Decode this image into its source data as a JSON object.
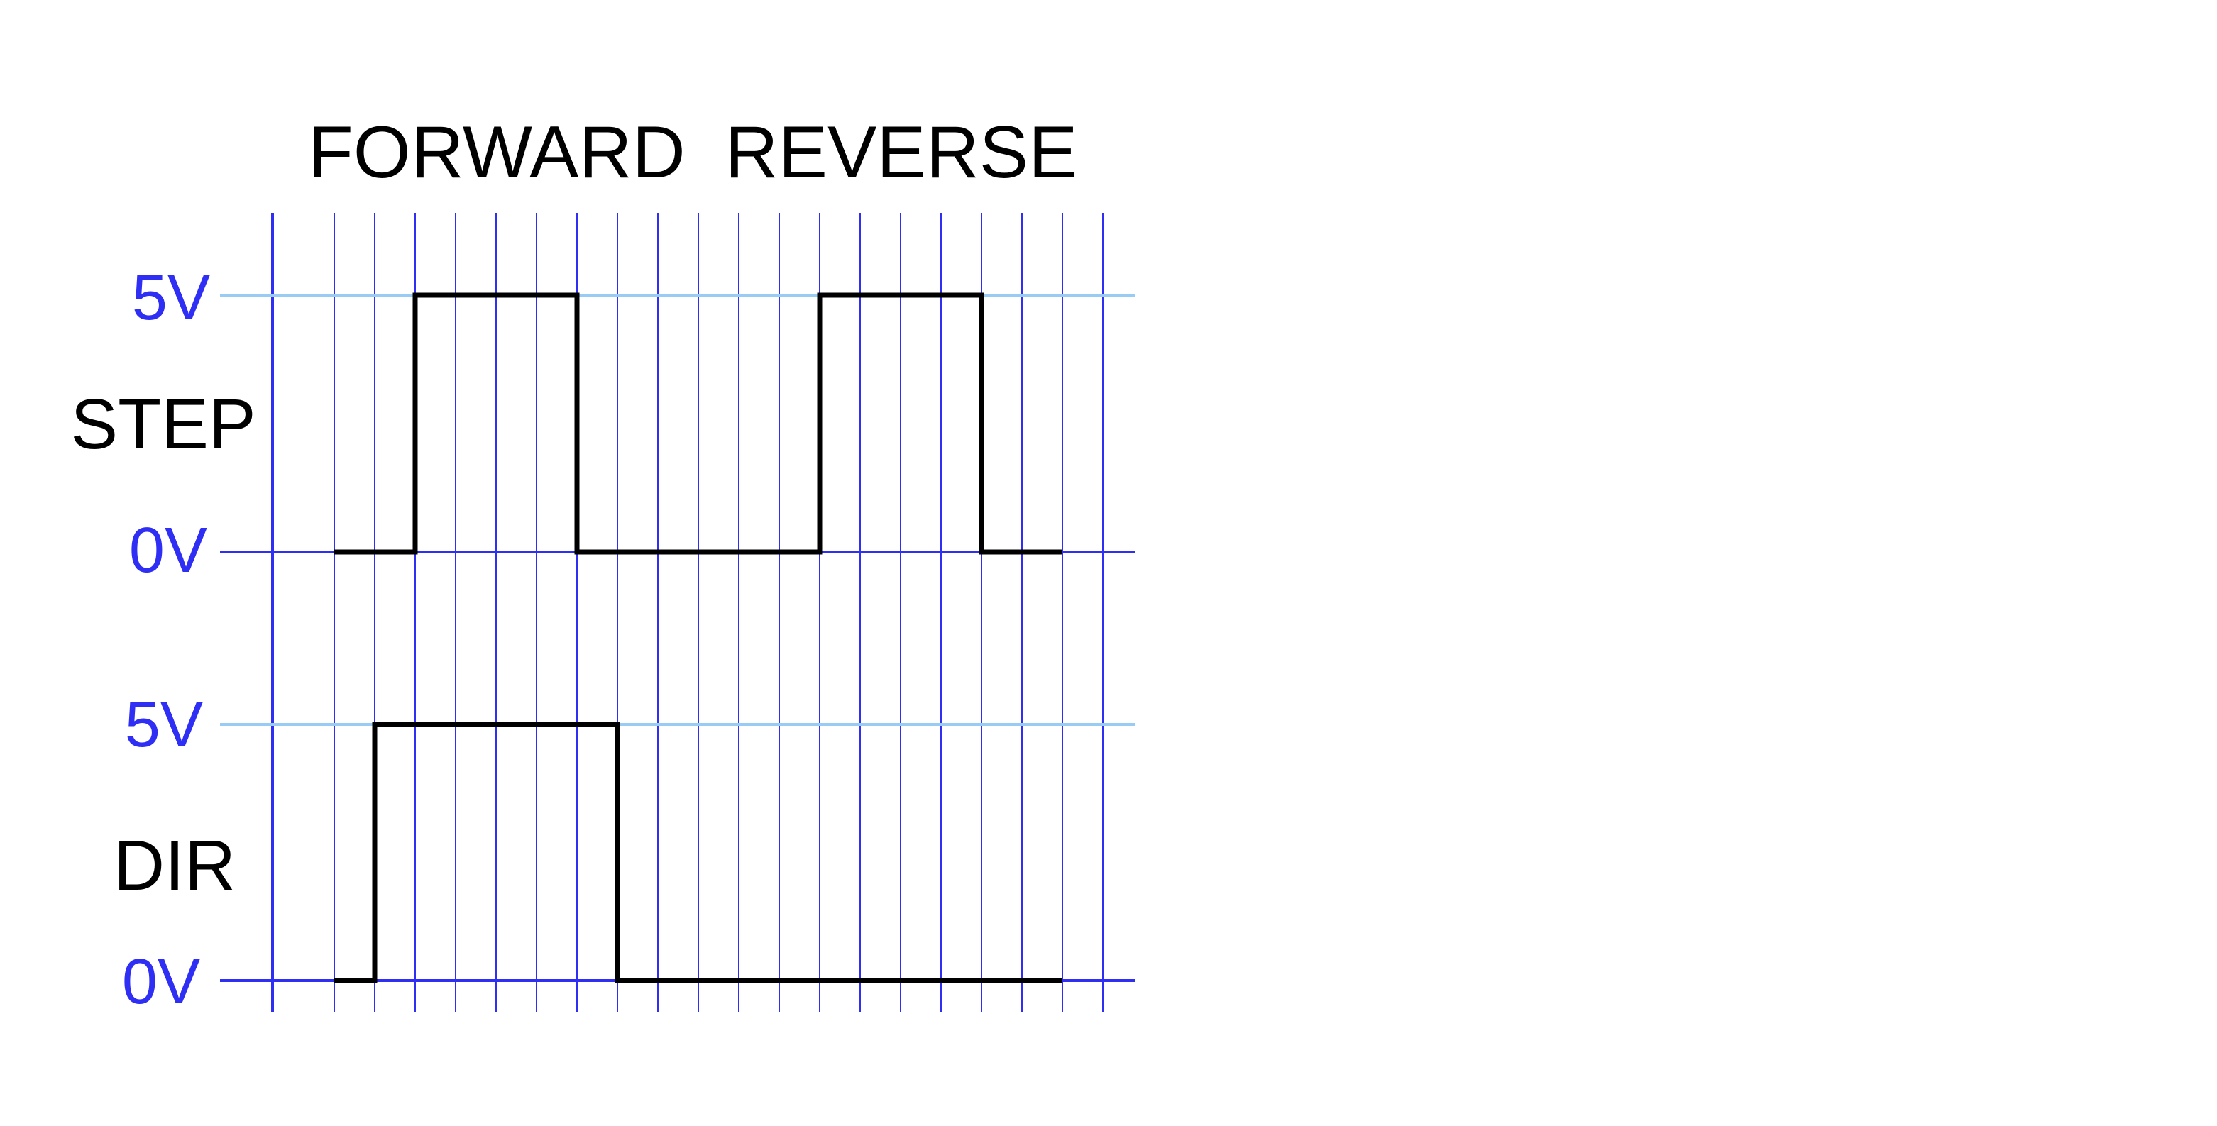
{
  "headers": {
    "forward": "FORWARD",
    "reverse": "REVERSE"
  },
  "colors": {
    "grid": "#2e2ef5",
    "high_line": "#99ccf5",
    "signal": "#000000",
    "background": "#ffffff"
  },
  "chart_data": {
    "type": "line",
    "title": "",
    "time_divisions": 20,
    "signals": [
      {
        "name": "STEP",
        "high_label": "5V",
        "low_label": "0V",
        "levels": [
          0,
          5
        ],
        "transitions": [
          [
            0,
            0
          ],
          [
            2,
            5
          ],
          [
            6,
            0
          ],
          [
            12,
            5
          ],
          [
            16,
            0
          ],
          [
            18,
            0
          ]
        ]
      },
      {
        "name": "DIR",
        "high_label": "5V",
        "low_label": "0V",
        "levels": [
          0,
          5
        ],
        "transitions": [
          [
            0,
            0
          ],
          [
            1,
            5
          ],
          [
            7,
            0
          ],
          [
            18,
            0
          ]
        ]
      }
    ]
  }
}
